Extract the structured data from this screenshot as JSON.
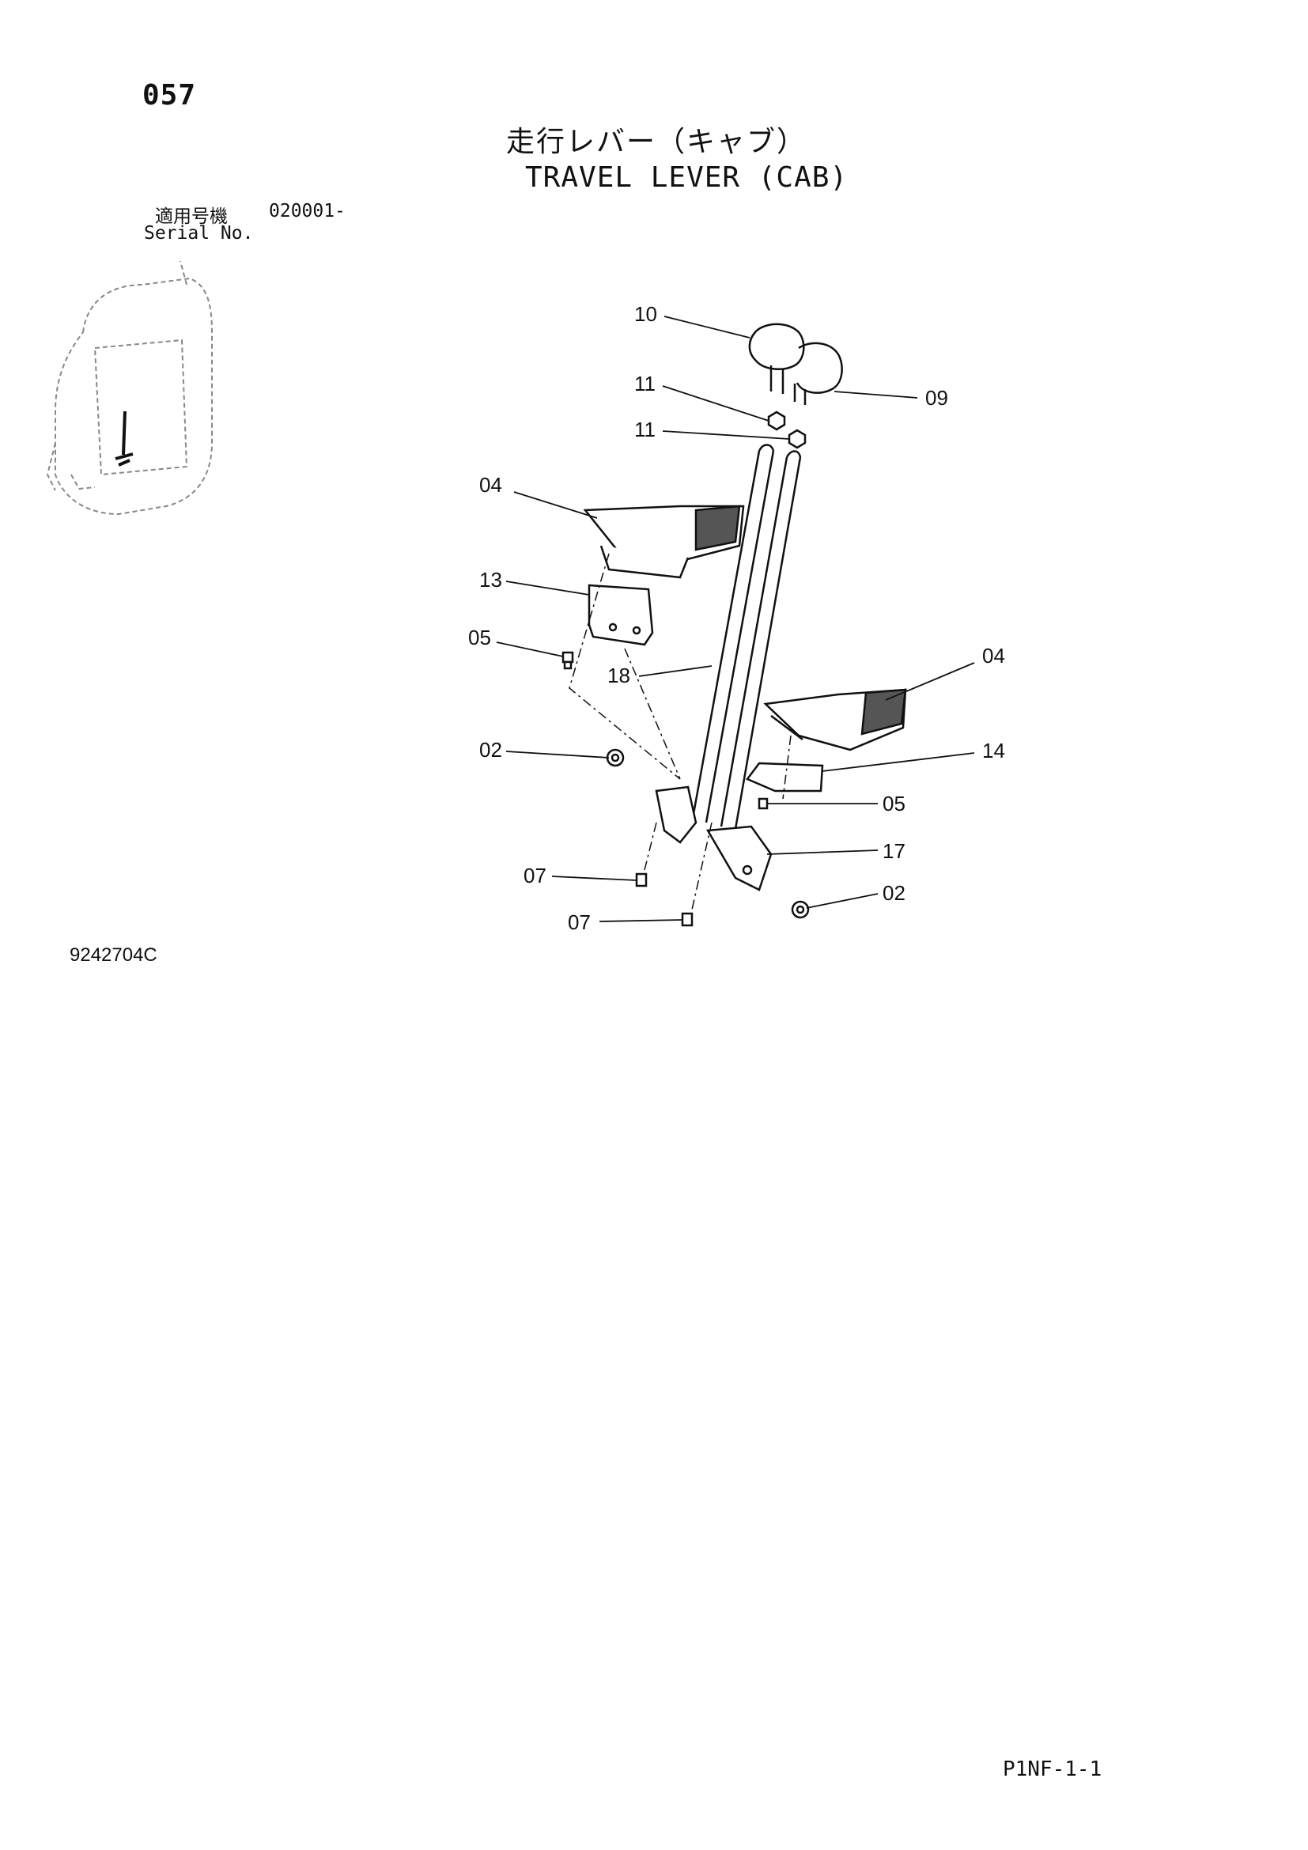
{
  "page_number": "057",
  "title_jp": "走行レバー（キャブ）",
  "title_en": "TRAVEL LEVER (CAB)",
  "serial": {
    "label_jp": "適用号機",
    "value": "020001-",
    "label_en": "Serial No."
  },
  "drawing_id": "9242704C",
  "footer_code": "P1NF-1-1",
  "callouts": {
    "c10": "10",
    "c11a": "11",
    "c11b": "11",
    "c09": "09",
    "c04a": "04",
    "c13": "13",
    "c05a": "05",
    "c18": "18",
    "c04b": "04",
    "c02a": "02",
    "c14": "14",
    "c05b": "05",
    "c17": "17",
    "c07a": "07",
    "c02b": "02",
    "c07b": "07"
  }
}
